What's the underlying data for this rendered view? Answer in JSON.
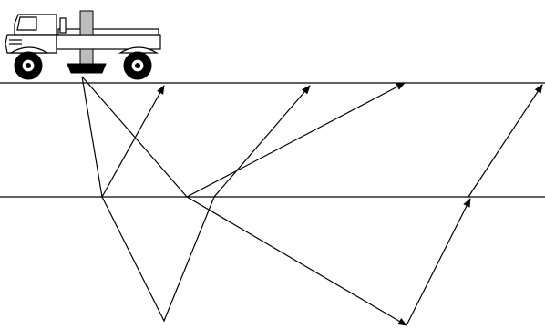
{
  "colors": {
    "background": "#ffffff",
    "stroke": "#000000",
    "truck_detail": "#bdbdbd"
  },
  "diagram": {
    "subject": "truck",
    "interfaces": 2,
    "rays": 4
  }
}
